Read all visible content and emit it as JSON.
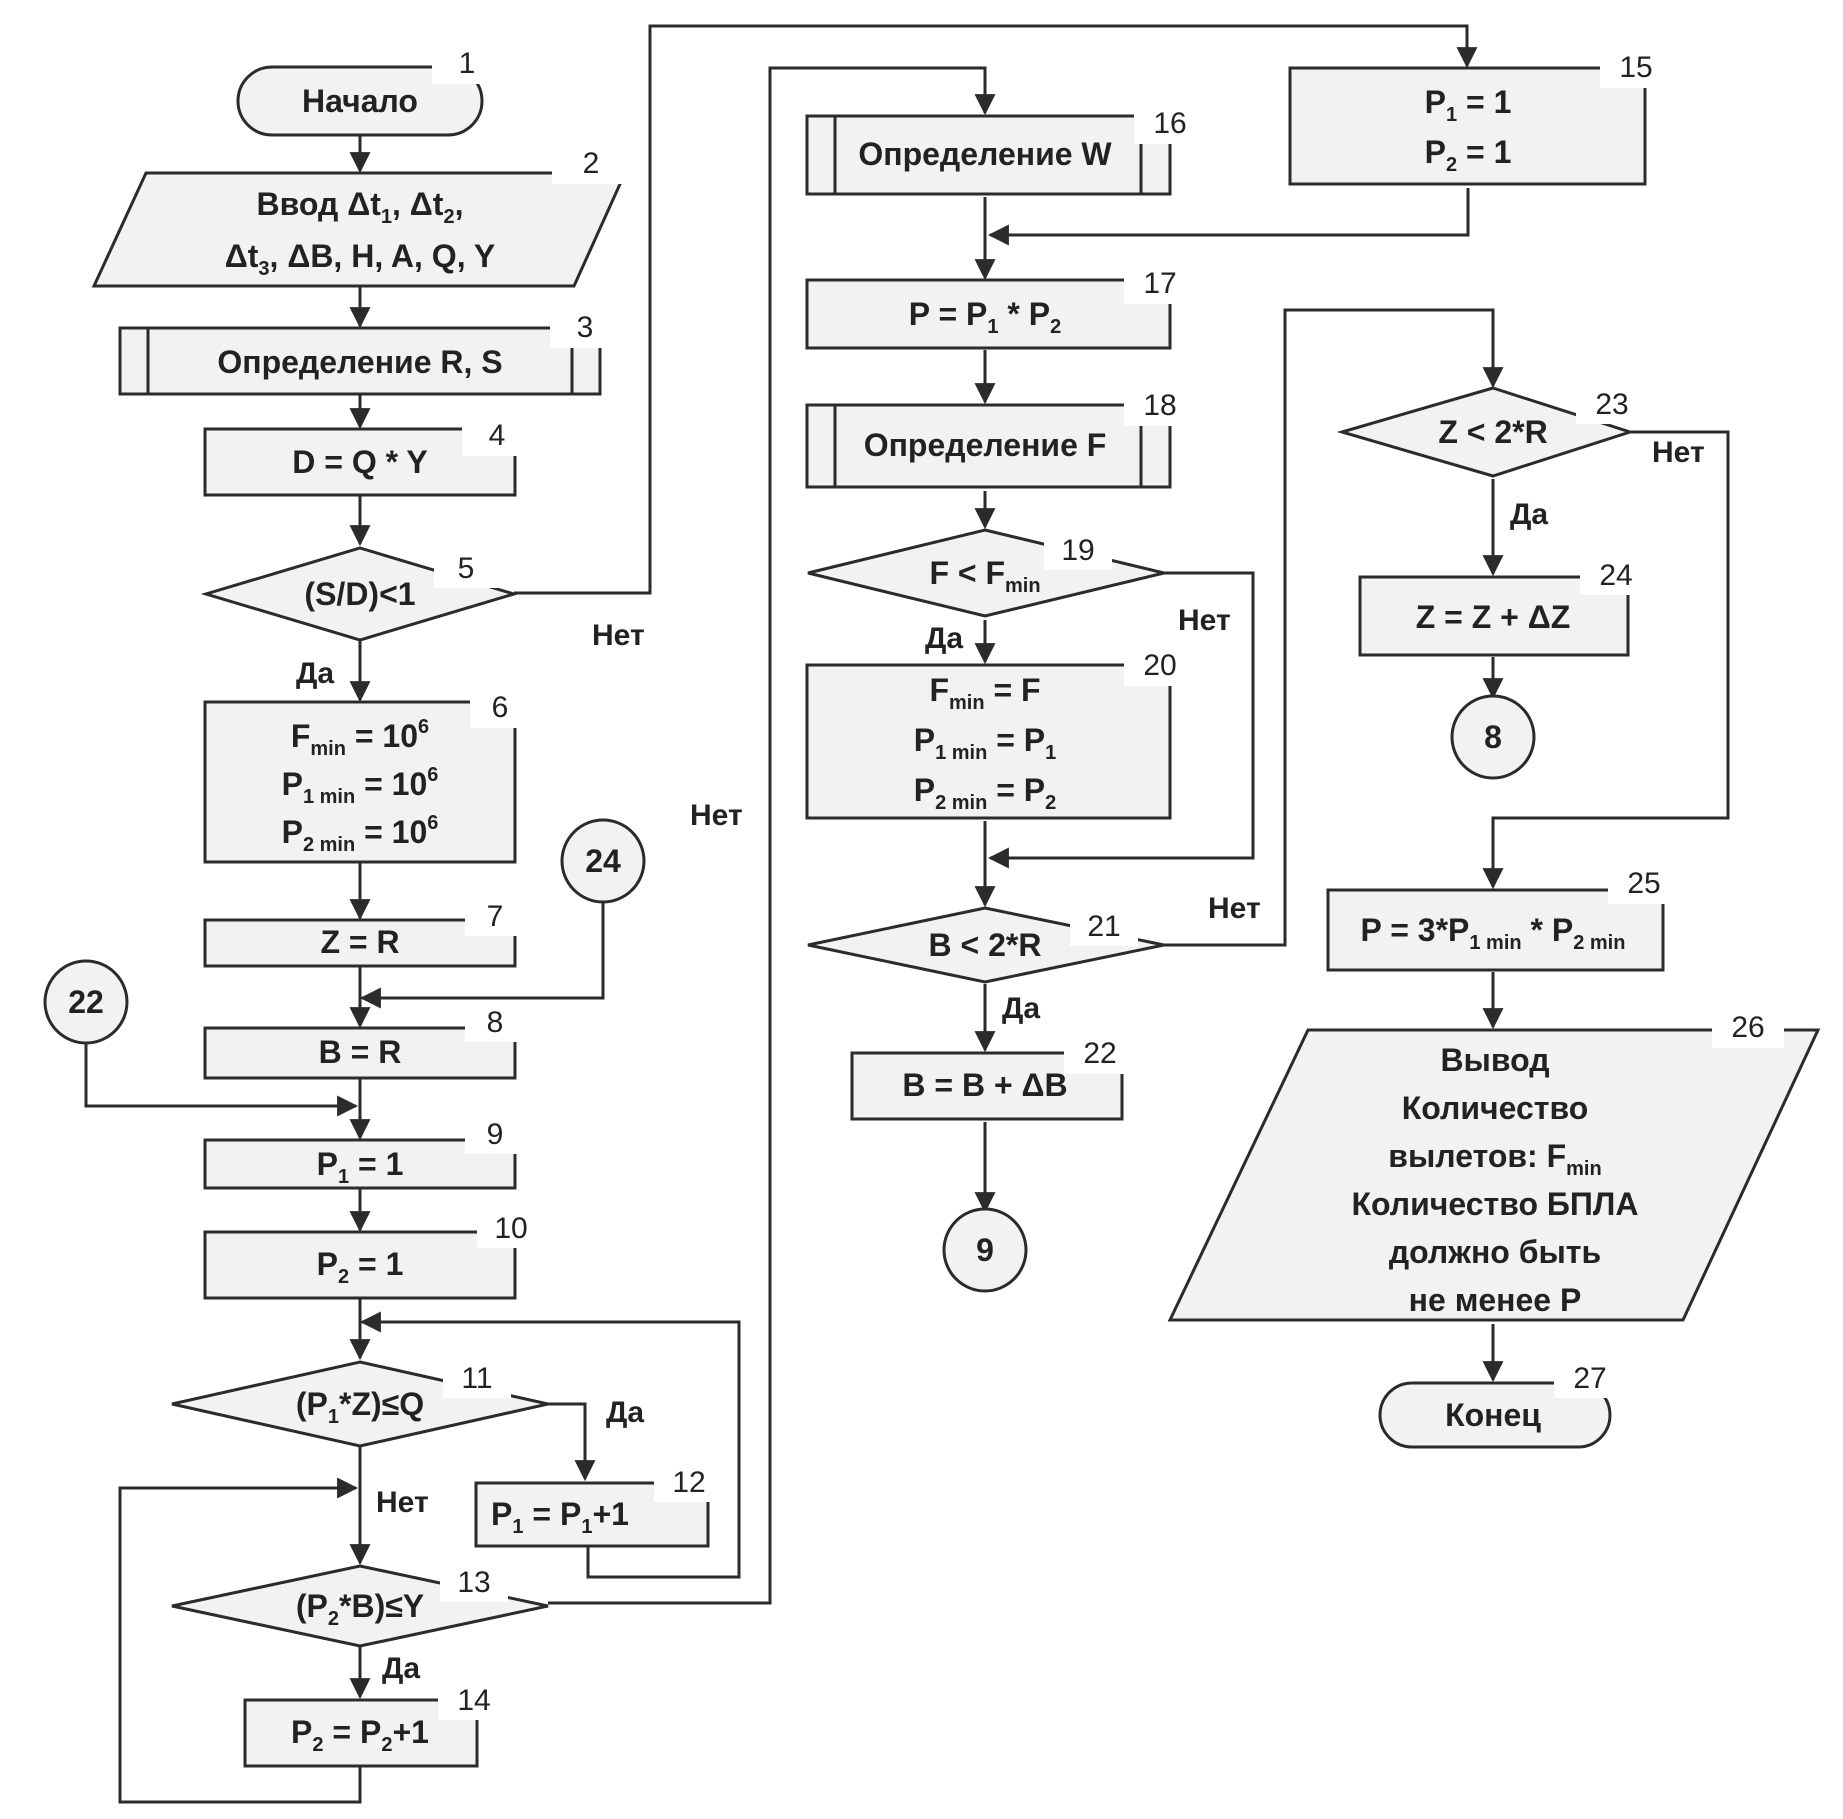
{
  "flowchart": {
    "nodes": {
      "n1": {
        "number": "1",
        "lines": [
          [
            {
              "t": "Начало"
            }
          ]
        ]
      },
      "n2": {
        "number": "2",
        "lines": [
          [
            {
              "t": "Ввод Δt"
            },
            {
              "t": "1",
              "s": "sub"
            },
            {
              "t": ",  Δt"
            },
            {
              "t": "2",
              "s": "sub"
            },
            {
              "t": ","
            }
          ],
          [
            {
              "t": "Δt"
            },
            {
              "t": "3",
              "s": "sub"
            },
            {
              "t": ", ΔB, H, A, Q, Y"
            }
          ]
        ]
      },
      "n3": {
        "number": "3",
        "lines": [
          [
            {
              "t": "Определение R, S"
            }
          ]
        ]
      },
      "n4": {
        "number": "4",
        "lines": [
          [
            {
              "t": "D = Q * Y"
            }
          ]
        ]
      },
      "n5": {
        "number": "5",
        "lines": [
          [
            {
              "t": "(S/D)<1"
            }
          ]
        ]
      },
      "n6": {
        "number": "6",
        "lines": [
          [
            {
              "t": "F"
            },
            {
              "t": "min",
              "s": "sub"
            },
            {
              "t": " = 10"
            },
            {
              "t": "6",
              "s": "sup"
            }
          ],
          [
            {
              "t": "P"
            },
            {
              "t": "1 min",
              "s": "sub"
            },
            {
              "t": " = 10"
            },
            {
              "t": "6",
              "s": "sup"
            }
          ],
          [
            {
              "t": "P"
            },
            {
              "t": "2 min",
              "s": "sub"
            },
            {
              "t": " = 10"
            },
            {
              "t": "6",
              "s": "sup"
            }
          ]
        ]
      },
      "n7": {
        "number": "7",
        "lines": [
          [
            {
              "t": "Z = R"
            }
          ]
        ]
      },
      "n8": {
        "number": "8",
        "lines": [
          [
            {
              "t": "B = R"
            }
          ]
        ]
      },
      "n9": {
        "number": "9",
        "lines": [
          [
            {
              "t": "P"
            },
            {
              "t": "1",
              "s": "sub"
            },
            {
              "t": " = 1"
            }
          ]
        ]
      },
      "n10": {
        "number": "10",
        "lines": [
          [
            {
              "t": "P"
            },
            {
              "t": "2",
              "s": "sub"
            },
            {
              "t": " = 1"
            }
          ]
        ]
      },
      "n11": {
        "number": "11",
        "lines": [
          [
            {
              "t": "(P"
            },
            {
              "t": "1",
              "s": "sub"
            },
            {
              "t": "*Z)≤Q"
            }
          ]
        ]
      },
      "n12": {
        "number": "12",
        "lines": [
          [
            {
              "t": "P"
            },
            {
              "t": "1",
              "s": "sub"
            },
            {
              "t": " = P"
            },
            {
              "t": "1",
              "s": "sub"
            },
            {
              "t": "+1"
            }
          ]
        ]
      },
      "n13": {
        "number": "13",
        "lines": [
          [
            {
              "t": "(P"
            },
            {
              "t": "2",
              "s": "sub"
            },
            {
              "t": "*B)≤Y"
            }
          ]
        ]
      },
      "n14": {
        "number": "14",
        "lines": [
          [
            {
              "t": "P"
            },
            {
              "t": "2",
              "s": "sub"
            },
            {
              "t": " = P"
            },
            {
              "t": "2",
              "s": "sub"
            },
            {
              "t": "+1"
            }
          ]
        ]
      },
      "n15": {
        "number": "15",
        "lines": [
          [
            {
              "t": "P"
            },
            {
              "t": "1",
              "s": "sub"
            },
            {
              "t": " = 1"
            }
          ],
          [
            {
              "t": "P"
            },
            {
              "t": "2",
              "s": "sub"
            },
            {
              "t": " = 1"
            }
          ]
        ]
      },
      "n16": {
        "number": "16",
        "lines": [
          [
            {
              "t": "Определение W"
            }
          ]
        ]
      },
      "n17": {
        "number": "17",
        "lines": [
          [
            {
              "t": "P = P"
            },
            {
              "t": "1",
              "s": "sub"
            },
            {
              "t": " * P"
            },
            {
              "t": "2",
              "s": "sub"
            }
          ]
        ]
      },
      "n18": {
        "number": "18",
        "lines": [
          [
            {
              "t": "Определение F"
            }
          ]
        ]
      },
      "n19": {
        "number": "19",
        "lines": [
          [
            {
              "t": "F < F"
            },
            {
              "t": "min",
              "s": "sub"
            }
          ]
        ]
      },
      "n20": {
        "number": "20",
        "lines": [
          [
            {
              "t": "F"
            },
            {
              "t": "min",
              "s": "sub"
            },
            {
              "t": " = F"
            }
          ],
          [
            {
              "t": "P"
            },
            {
              "t": "1 min",
              "s": "sub"
            },
            {
              "t": " = P"
            },
            {
              "t": "1",
              "s": "sub"
            }
          ],
          [
            {
              "t": "P"
            },
            {
              "t": "2 min",
              "s": "sub"
            },
            {
              "t": " = P"
            },
            {
              "t": "2",
              "s": "sub"
            }
          ]
        ]
      },
      "n21": {
        "number": "21",
        "lines": [
          [
            {
              "t": "B < 2*R"
            }
          ]
        ]
      },
      "n22": {
        "number": "22",
        "lines": [
          [
            {
              "t": "B = B + ΔB"
            }
          ]
        ]
      },
      "n23": {
        "number": "23",
        "lines": [
          [
            {
              "t": "Z < 2*R"
            }
          ]
        ]
      },
      "n24": {
        "number": "24",
        "lines": [
          [
            {
              "t": "Z = Z + ΔZ"
            }
          ]
        ]
      },
      "n25": {
        "number": "25",
        "lines": [
          [
            {
              "t": "P = 3*P"
            },
            {
              "t": "1 min",
              "s": "sub"
            },
            {
              "t": " * P"
            },
            {
              "t": "2 min",
              "s": "sub"
            }
          ]
        ]
      },
      "n26": {
        "number": "26",
        "lines": [
          [
            {
              "t": "Вывод"
            }
          ],
          [
            {
              "t": "Количество"
            }
          ],
          [
            {
              "t": "вылетов: F"
            },
            {
              "t": "min",
              "s": "sub"
            }
          ],
          [
            {
              "t": "Количество БПЛА"
            }
          ],
          [
            {
              "t": "должно быть"
            }
          ],
          [
            {
              "t": "не менее P"
            }
          ]
        ]
      },
      "n27": {
        "number": "27",
        "lines": [
          [
            {
              "t": "Конец"
            }
          ]
        ]
      }
    },
    "connectors": {
      "c24": "24",
      "c22": "22",
      "c9": "9",
      "c8": "8"
    },
    "branch_labels": {
      "b5_no": "Нет",
      "b5_yes": "Да",
      "b13_no_upper": "Нет",
      "b11_yes": "Да",
      "b11_no": "Нет",
      "b13_yes": "Да",
      "b19_no": "Нет",
      "b19_yes": "Да",
      "b21_no": "Нет",
      "b21_yes": "Да",
      "b23_no": "Нет",
      "b23_yes": "Да"
    }
  }
}
